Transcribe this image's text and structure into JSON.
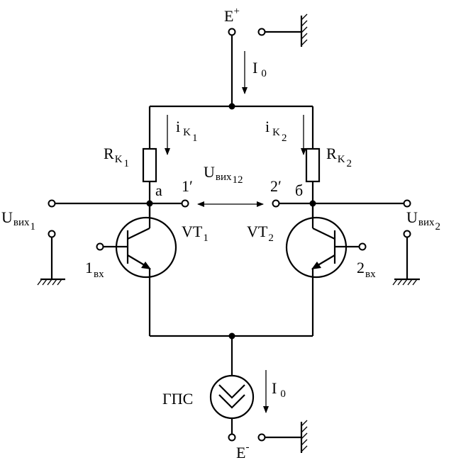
{
  "supply": {
    "positive": {
      "main": "E",
      "sup": "+"
    },
    "negative": {
      "main": "E",
      "sup": "-"
    }
  },
  "currents": {
    "source_top": {
      "main": "I",
      "sub": "0"
    },
    "source_bottom": {
      "main": "I",
      "sub": "0"
    },
    "collector_left": {
      "main": "i",
      "mid": "K",
      "sub": "1"
    },
    "collector_right": {
      "main": "i",
      "mid": "K",
      "sub": "2"
    }
  },
  "resistors": {
    "left": {
      "main": "R",
      "mid": "K",
      "sub": "1"
    },
    "right": {
      "main": "R",
      "mid": "K",
      "sub": "2"
    }
  },
  "nodes": {
    "left": "a",
    "right": "б"
  },
  "outputs": {
    "left": {
      "main": "U",
      "sub": "вих",
      "sub2": "1"
    },
    "right": {
      "main": "U",
      "sub": "вих",
      "sub2": "2"
    },
    "differential": {
      "main": "U",
      "sub": "вих",
      "sub2": "12"
    },
    "terminal_left": "1′",
    "terminal_right": "2′"
  },
  "transistors": {
    "left": {
      "main": "VT",
      "sub": "1"
    },
    "right": {
      "main": "VT",
      "sub": "2"
    }
  },
  "inputs": {
    "left": {
      "main": "1",
      "sub": "вх"
    },
    "right": {
      "main": "2",
      "sub": "вх"
    }
  },
  "current_source": {
    "label": "ГПС"
  }
}
